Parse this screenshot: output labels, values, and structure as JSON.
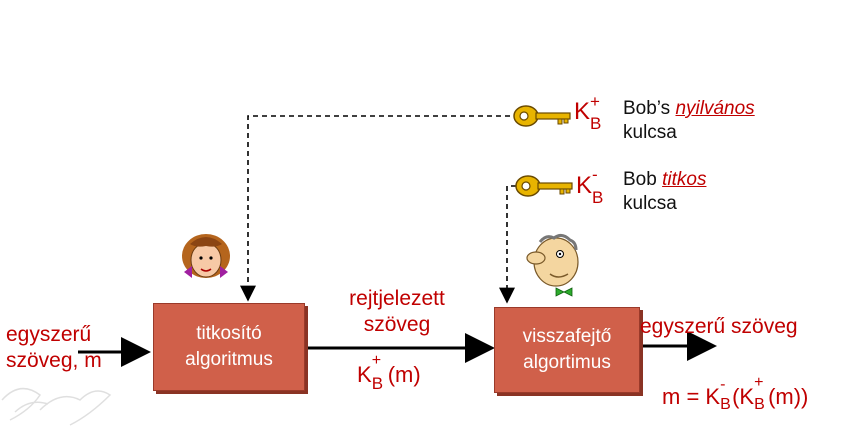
{
  "left_input": {
    "line1": "egyszerű",
    "line2": "szöveg, m"
  },
  "encrypt_box": {
    "line1": "titkosító",
    "line2": "algoritmus"
  },
  "ciphertext": {
    "line1": "rejtjelezett",
    "line2": "szöveg",
    "formula_K": "K",
    "formula_sup": "+",
    "formula_sub": "B",
    "formula_rest": "(m)"
  },
  "decrypt_box": {
    "line1": "visszafejtő",
    "line2": "algortimus"
  },
  "right_output": {
    "label": "egyszerű szöveg"
  },
  "public_key": {
    "K": "K",
    "sup": "+",
    "sub": "B",
    "desc_pre": "Bob’s ",
    "desc_em": "nyilvános",
    "desc_line2": "kulcsa"
  },
  "private_key": {
    "K": "K",
    "sup": "-",
    "sub": "B",
    "desc_pre": "Bob ",
    "desc_em": "titkos",
    "desc_line2": "kulcsa"
  },
  "equation": {
    "lhs": "m = K",
    "sup1": "-",
    "sub1": "B",
    "open": "(K",
    "sup2": "+",
    "sub2": "B",
    "close": "(m))"
  },
  "colors": {
    "text_red": "#c00000",
    "box_fill": "#d0604a",
    "key_gold": "#e8b400"
  }
}
